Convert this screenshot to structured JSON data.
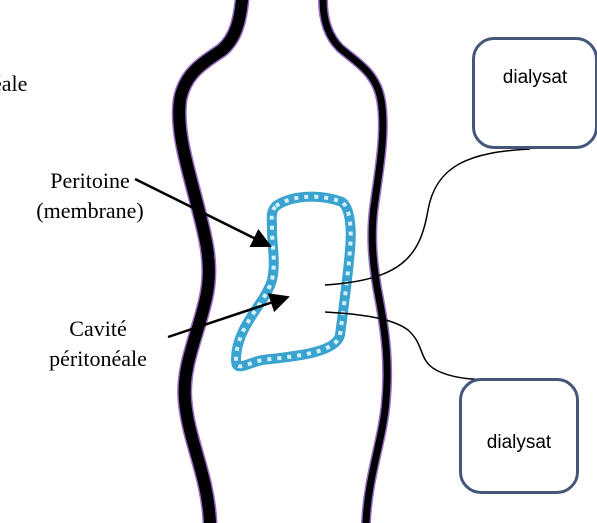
{
  "title_fragment": "éale",
  "labels": {
    "peritoine_line1": "Peritoine",
    "peritoine_line2": "(membrane)",
    "cavite_line1": "Cavité",
    "cavite_line2": "péritonéale"
  },
  "dialysate_boxes": [
    {
      "label": "dialysat"
    },
    {
      "label": "dialysat"
    }
  ],
  "colors": {
    "body_outline": "#000000",
    "body_outline_edge": "#9b6fc8",
    "membrane": "#3aa3d0",
    "membrane_dots": "#d6f0fb",
    "box_border": "#44577a",
    "tube": "#000000",
    "text": "#000000"
  }
}
